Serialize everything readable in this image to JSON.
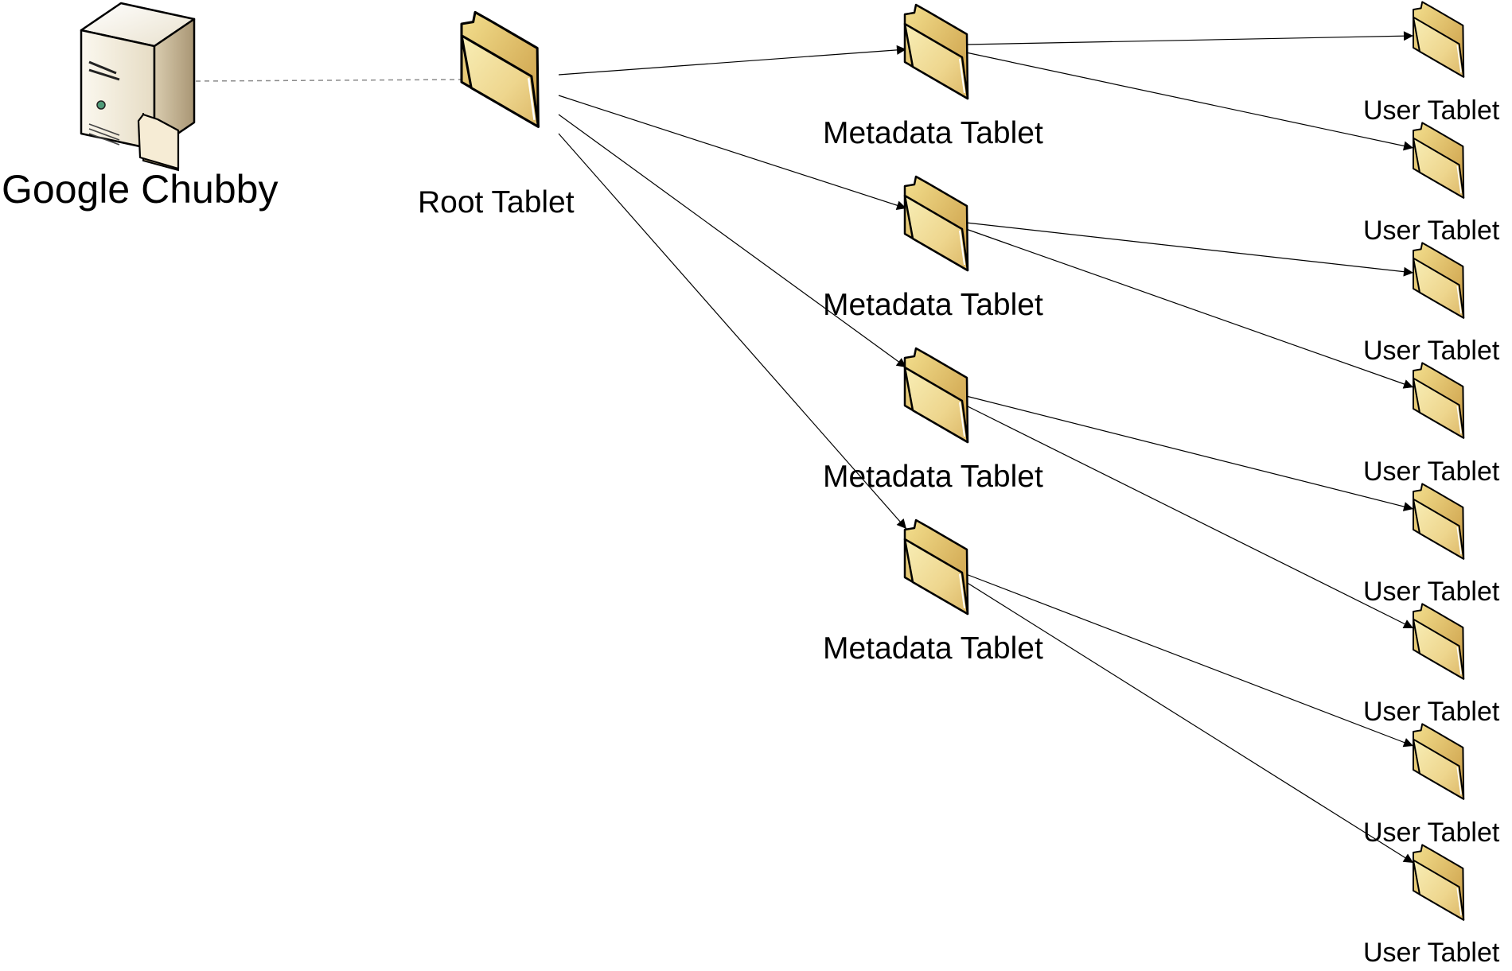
{
  "colors": {
    "folder_light": "#f7ecb0",
    "folder_mid": "#eed68e",
    "folder_dark": "#d8b05c",
    "server_light": "#f6f0e2",
    "server_dark": "#b8a888",
    "line": "#000000",
    "dashed_link": "#8a8a8a"
  },
  "nodes": {
    "chubby": {
      "label": "Google Chubby",
      "icon": "server-with-folder-icon"
    },
    "root": {
      "label": "Root Tablet",
      "icon": "folder-icon"
    },
    "metadata": [
      {
        "label": "Metadata Tablet",
        "icon": "folder-icon"
      },
      {
        "label": "Metadata Tablet",
        "icon": "folder-icon"
      },
      {
        "label": "Metadata Tablet",
        "icon": "folder-icon"
      },
      {
        "label": "Metadata Tablet",
        "icon": "folder-icon"
      }
    ],
    "user": [
      {
        "label": "User Tablet",
        "icon": "folder-icon"
      },
      {
        "label": "User Tablet",
        "icon": "folder-icon"
      },
      {
        "label": "User Tablet",
        "icon": "folder-icon"
      },
      {
        "label": "User Tablet",
        "icon": "folder-icon"
      },
      {
        "label": "User Tablet",
        "icon": "folder-icon"
      },
      {
        "label": "User Tablet",
        "icon": "folder-icon"
      },
      {
        "label": "User Tablet",
        "icon": "folder-icon"
      },
      {
        "label": "User Tablet",
        "icon": "folder-icon"
      }
    ]
  },
  "connections": {
    "chubby_to_root": "dashed",
    "root_to_metadata": "arrow",
    "metadata_to_user": "arrow"
  }
}
